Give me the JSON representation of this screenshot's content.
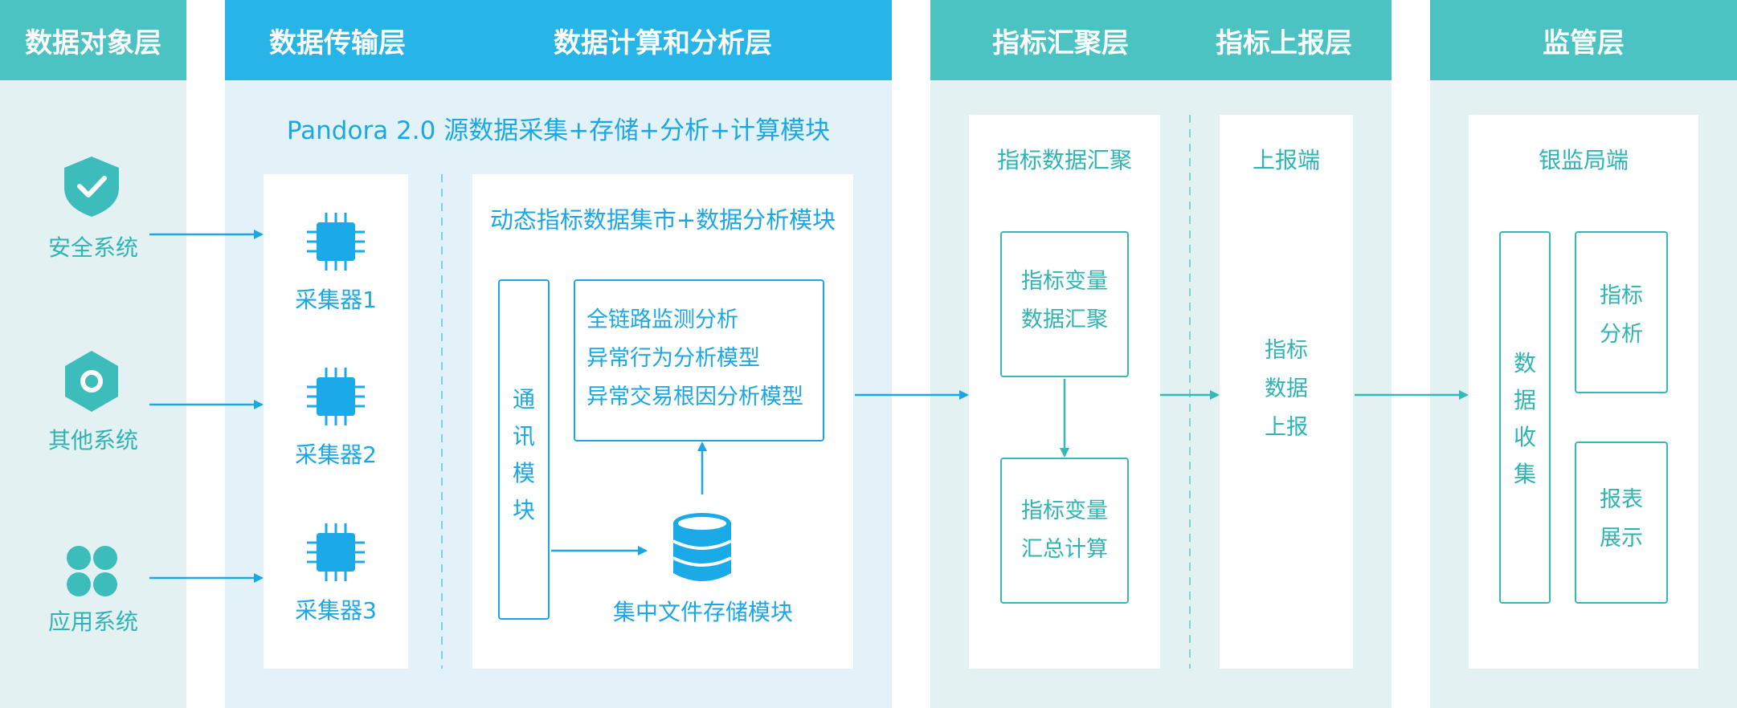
{
  "headers": {
    "object_layer": "数据对象层",
    "transport_layer": "数据传输层",
    "compute_layer": "数据计算和分析层",
    "aggregate_layer": "指标汇聚层",
    "report_layer": "指标上报层",
    "supervision_layer": "监管层"
  },
  "object_layer": {
    "items": [
      {
        "label": "安全系统",
        "icon": "shield-check-icon"
      },
      {
        "label": "其他系统",
        "icon": "hexagon-dot-icon"
      },
      {
        "label": "应用系统",
        "icon": "four-petal-icon"
      }
    ]
  },
  "pandora_title": "Pandora 2.0 源数据采集+存储+分析+计算模块",
  "collectors": [
    {
      "label": "采集器1",
      "icon": "chip-icon"
    },
    {
      "label": "采集器2",
      "icon": "chip-icon"
    },
    {
      "label": "采集器3",
      "icon": "chip-icon"
    }
  ],
  "analysis": {
    "title": "动态指标数据集市+数据分析模块",
    "comm_module": "通\n讯\n模\n块",
    "comm_chars": [
      "通",
      "讯",
      "模",
      "块"
    ],
    "analysis_lines": [
      "全链路监测分析",
      "异常行为分析模型",
      "异常交易根因分析模型"
    ],
    "storage_label": "集中文件存储模块",
    "storage_icon": "database-icon"
  },
  "aggregate": {
    "title": "指标数据汇聚",
    "box1": [
      "指标变量",
      "数据汇聚"
    ],
    "box2": [
      "指标变量",
      "汇总计算"
    ]
  },
  "report": {
    "title": "上报端",
    "lines": [
      "指标",
      "数据",
      "上报"
    ]
  },
  "supervision": {
    "title": "银监局端",
    "collect_chars": [
      "数",
      "据",
      "收",
      "集"
    ],
    "box_analysis": [
      "指标",
      "分析"
    ],
    "box_display": [
      "报表",
      "展示"
    ]
  },
  "colors": {
    "teal": "#4bc3c3",
    "blue": "#27b5e8",
    "icon_teal": "#3dbcbc",
    "icon_blue": "#1aaae8"
  }
}
